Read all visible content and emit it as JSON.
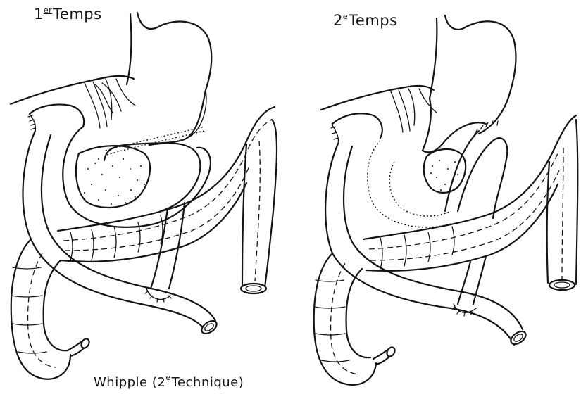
{
  "panels": [
    {
      "label_main": "1",
      "label_sup": "er",
      "label_rest": "Temps"
    },
    {
      "label_main": "2",
      "label_sup": "e",
      "label_rest": "Temps"
    }
  ],
  "caption": {
    "text_a": "Whipple (2",
    "sup": "e",
    "text_b": "Technique)"
  },
  "colors": {
    "ink": "#141414",
    "paper": "#ffffff"
  }
}
